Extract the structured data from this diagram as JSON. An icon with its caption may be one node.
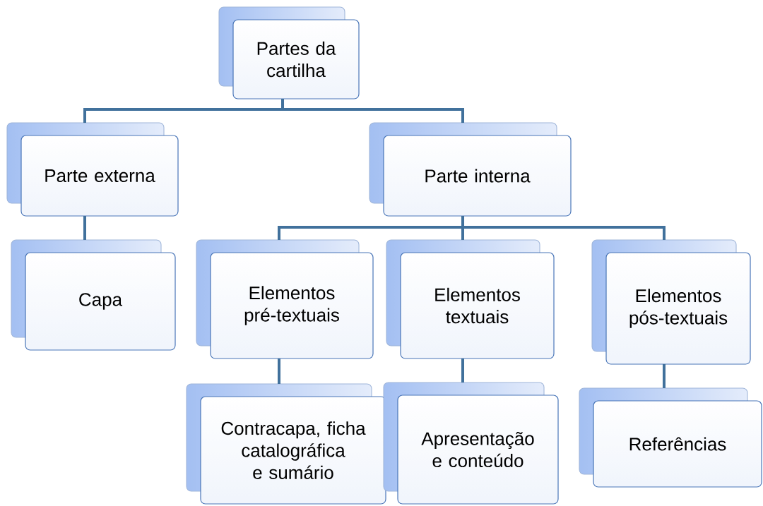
{
  "diagram": {
    "nodes": [
      {
        "text": [
          "Partes da cartilha"
        ]
      },
      {
        "text": [
          "Parte externa"
        ]
      },
      {
        "text": [
          "Parte interna"
        ]
      },
      {
        "text": [
          "Capa"
        ]
      },
      {
        "text": [
          "Elementos pré-textuais"
        ]
      },
      {
        "text": [
          "Elementos textuais"
        ]
      },
      {
        "text": [
          "Elementos pós-textuais"
        ]
      },
      {
        "text": [
          "Contracapa, ficha catalográfica e sumário"
        ]
      },
      {
        "text": [
          "Apresentação e conteúdo"
        ]
      },
      {
        "text": [
          "Referências"
        ]
      }
    ],
    "edges": [
      {
        "from": 0,
        "to": 1,
        "arrow": "none"
      },
      {
        "from": 0,
        "to": 2,
        "arrow": "none"
      },
      {
        "from": 1,
        "to": 3,
        "arrow": "none"
      },
      {
        "from": 2,
        "to": 4,
        "arrow": "none"
      },
      {
        "from": 2,
        "to": 5,
        "arrow": "none"
      },
      {
        "from": 2,
        "to": 6,
        "arrow": "none"
      },
      {
        "from": 4,
        "to": 7,
        "arrow": "none"
      },
      {
        "from": 5,
        "to": 8,
        "arrow": "none"
      },
      {
        "from": 6,
        "to": 9,
        "arrow": "none"
      }
    ]
  }
}
